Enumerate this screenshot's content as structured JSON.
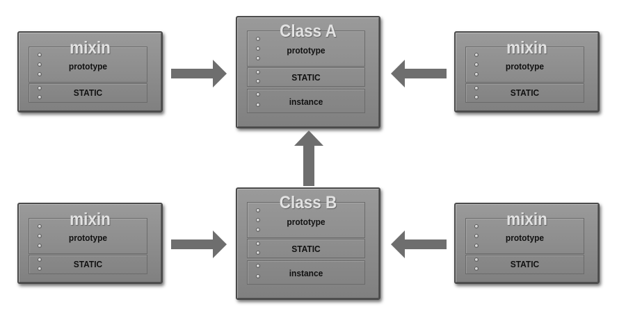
{
  "class_a": {
    "title": "Class A",
    "sections": [
      "prototype",
      "STATIC",
      "instance"
    ]
  },
  "class_b": {
    "title": "Class B",
    "sections": [
      "prototype",
      "STATIC",
      "instance"
    ]
  },
  "mixins": [
    {
      "title": "mixin",
      "sections": [
        "prototype",
        "STATIC"
      ]
    },
    {
      "title": "mixin",
      "sections": [
        "prototype",
        "STATIC"
      ]
    },
    {
      "title": "mixin",
      "sections": [
        "prototype",
        "STATIC"
      ]
    },
    {
      "title": "mixin",
      "sections": [
        "prototype",
        "STATIC"
      ]
    }
  ],
  "colors": {
    "box": "#8c8c8c",
    "arrow": "#6e6e6e",
    "title": "#e2e2e2"
  }
}
